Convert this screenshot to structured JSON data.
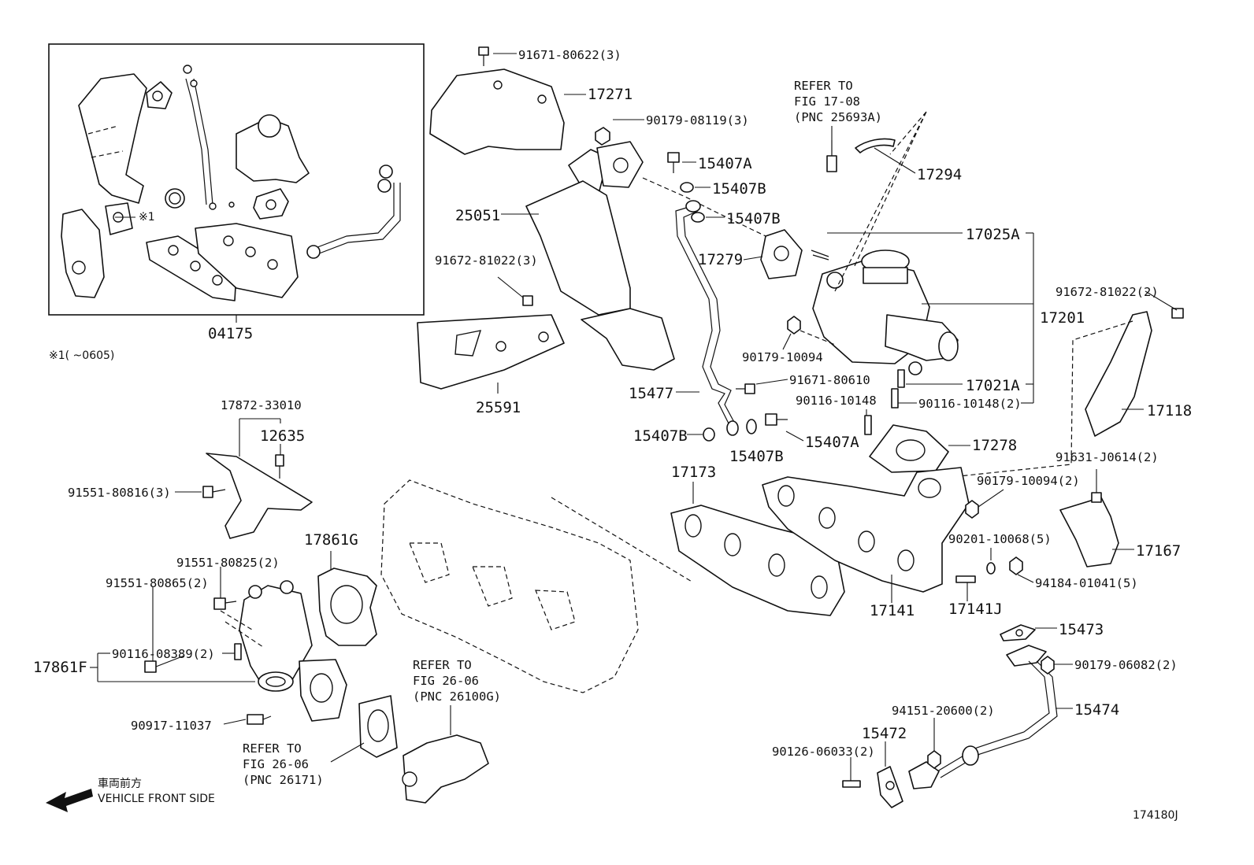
{
  "labels": {
    "p91671_80622": "91671-80622(3)",
    "p17271": "17271",
    "p90179_08119": "90179-08119(3)",
    "p15407A_top": "15407A",
    "p15407B_1": "15407B",
    "p15407B_2": "15407B",
    "p25051": "25051",
    "p91672_81022_left": "91672-81022(3)",
    "p17279": "17279",
    "p25591": "25591",
    "p04175": "04175",
    "note_mark": "※1(      ~0605)",
    "inset_mark": "※1",
    "refer1_line1": "REFER TO",
    "refer1_line2": "FIG  17-08",
    "refer1_line3": "(PNC 25693A)",
    "p17294": "17294",
    "p17025A": "17025A",
    "p91672_81022_right": "91672-81022(2)",
    "p17201": "17201",
    "p90179_10094": "90179-10094",
    "p17021A": "17021A",
    "p91671_80610": "91671-80610",
    "p90116_10148": "90116-10148",
    "p90116_10148_2": "90116-10148(2)",
    "p15477": "15477",
    "p17118": "17118",
    "p15407B_3": "15407B",
    "p15407B_4": "15407B",
    "p15407A_2": "15407A",
    "p17278": "17278",
    "p91631_J0614": "91631-J0614(2)",
    "p17872_33010": "17872-33010",
    "p12635": "12635",
    "p91551_80816": "91551-80816(3)",
    "p17173": "17173",
    "p90179_10094_2": "90179-10094(2)",
    "p17861G": "17861G",
    "p91551_80825": "91551-80825(2)",
    "p91551_80865": "91551-80865(2)",
    "p90201_10068": "90201-10068(5)",
    "p17167": "17167",
    "p94184_01041": "94184-01041(5)",
    "p17141": "17141",
    "p17141J": "17141J",
    "p15473": "15473",
    "p90116_08389": "90116-08389(2)",
    "p17861F": "17861F",
    "p90179_06082": "90179-06082(2)",
    "refer2_line1": "REFER TO",
    "refer2_line2": "FIG 26-06",
    "refer2_line3": "(PNC 26100G)",
    "p15474": "15474",
    "p90917_11037": "90917-11037",
    "p94151_20600": "94151-20600(2)",
    "p15472": "15472",
    "p90126_06033": "90126-06033(2)",
    "refer3_line1": "REFER TO",
    "refer3_line2": "FIG 26-06",
    "refer3_line3": "(PNC 26171)",
    "front_jp": "車両前方",
    "front_en": "VEHICLE FRONT SIDE",
    "fig_code": "174180J"
  }
}
